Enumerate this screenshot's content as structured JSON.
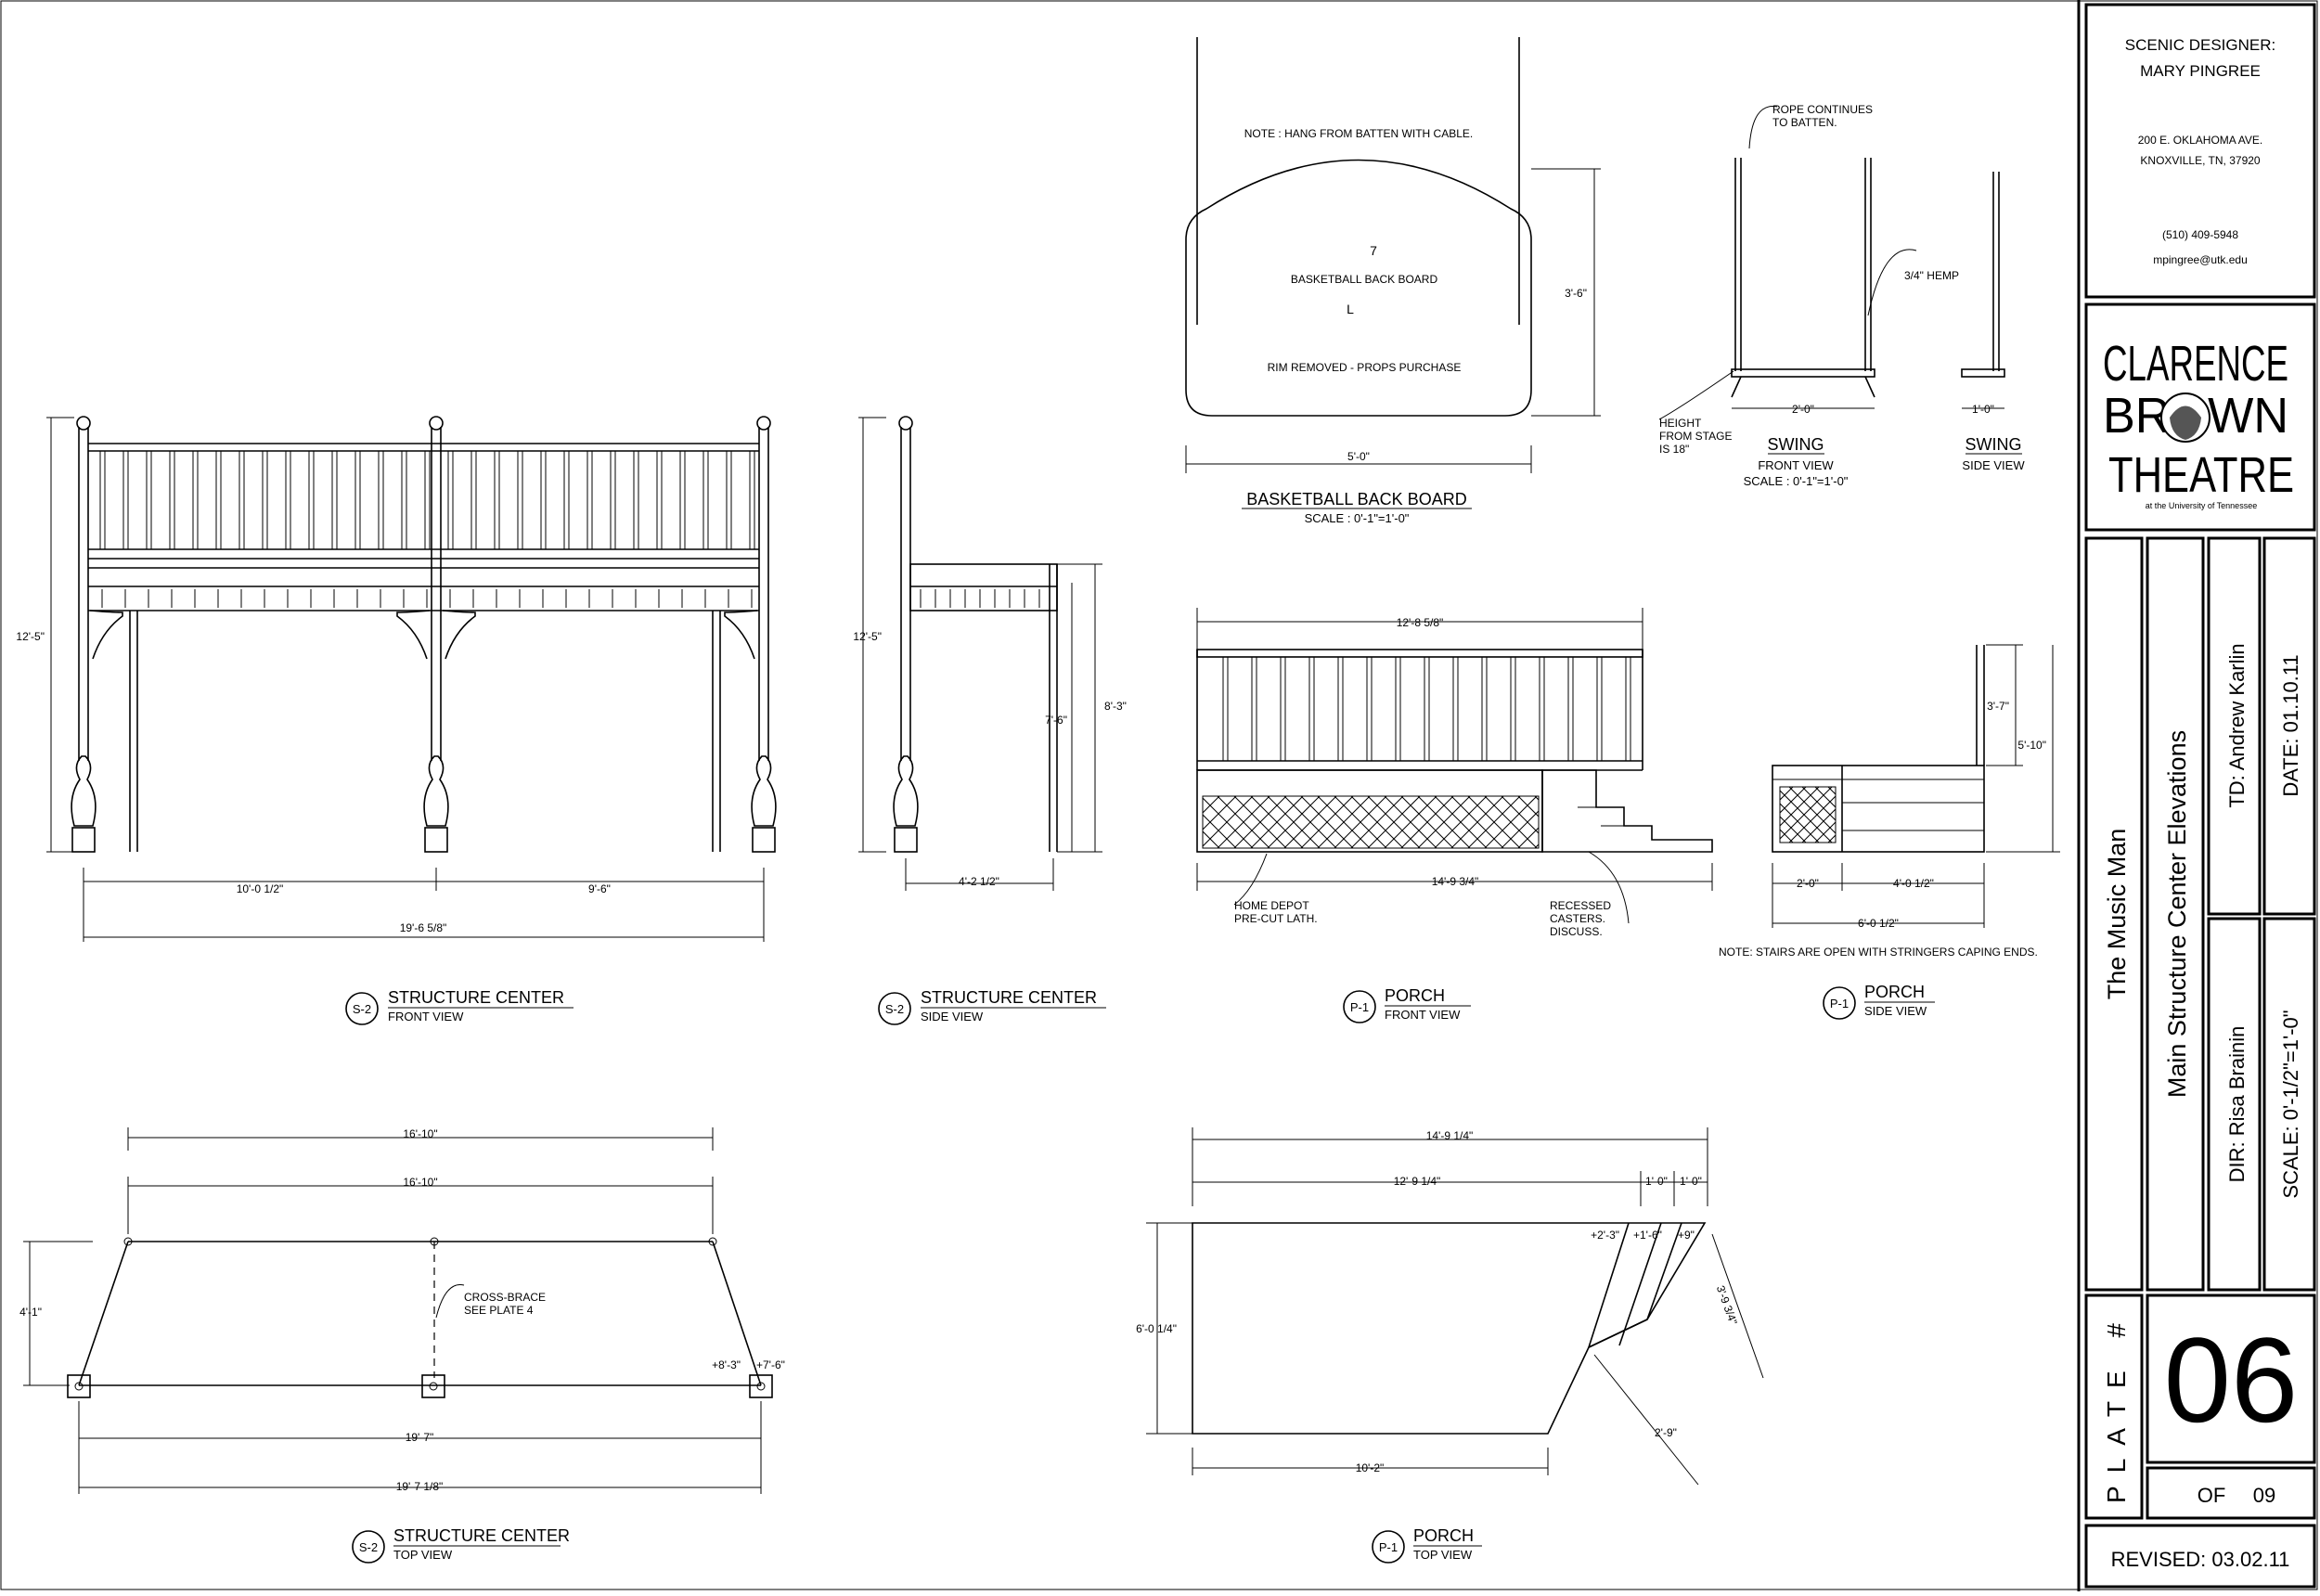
{
  "title_block": {
    "designer_label": "SCENIC DESIGNER:",
    "designer_name": "MARY PINGREE",
    "address1": "200 E. OKLAHOMA AVE.",
    "address2": "KNOXVILLE, TN, 37920",
    "phone": "(510) 409-5948",
    "email": "mpingree@utk.edu",
    "logo_line1": "CLARENCE",
    "logo_line2": "BROWN",
    "logo_line3": "THEATRE",
    "logo_sub": "at the University of Tennessee",
    "show": "The Music Man",
    "drawing_title": "Main Structure Center Elevations",
    "td": "TD: Andrew Karlin",
    "date": "DATE: 01.10.11",
    "dir": "DIR: Risa Brainin",
    "scale": "SCALE: 0'-1/2\"=1'-0\"",
    "plate_label": "PLATE #",
    "plate_number": "06",
    "of_label": "OF",
    "of_total": "09",
    "revised": "REVISED: 03.02.11"
  },
  "views": {
    "sc_front": {
      "tag": "S-2",
      "title": "STRUCTURE CENTER",
      "sub": "FRONT VIEW"
    },
    "sc_side": {
      "tag": "S-2",
      "title": "STRUCTURE CENTER",
      "sub": "SIDE VIEW"
    },
    "porch_front": {
      "tag": "P-1",
      "title": "PORCH",
      "sub": "FRONT VIEW"
    },
    "porch_side": {
      "tag": "P-1",
      "title": "PORCH",
      "sub": "SIDE VIEW"
    },
    "sc_top": {
      "tag": "S-2",
      "title": "STRUCTURE CENTER",
      "sub": "TOP VIEW"
    },
    "porch_top": {
      "tag": "P-1",
      "title": "PORCH",
      "sub": "TOP VIEW"
    },
    "backboard": {
      "title": "BASKETBALL BACK BOARD",
      "sub": "SCALE : 0'-1\"=1'-0\""
    },
    "swing_front": {
      "title": "SWING",
      "sub1": "FRONT VIEW",
      "sub2": "SCALE : 0'-1\"=1'-0\""
    },
    "swing_side": {
      "title": "SWING",
      "sub": "SIDE VIEW"
    }
  },
  "notes": {
    "hang": "NOTE : HANG FROM BATTEN WITH CABLE.",
    "backboard_label": "BASKETBALL BACK BOARD",
    "rim": "RIM REMOVED - PROPS PURCHASE",
    "rope1": "ROPE CONTINUES",
    "rope2": "TO BATTEN.",
    "hemp": "3/4\" HEMP",
    "height1": "HEIGHT",
    "height2": "FROM STAGE",
    "height3": "IS 18\"",
    "lath1": "HOME DEPOT",
    "lath2": "PRE-CUT LATH.",
    "casters1": "RECESSED",
    "casters2": "CASTERS.",
    "casters3": "DISCUSS.",
    "stairs": "NOTE: STAIRS ARE OPEN  WITH STRINGERS CAPING ENDS.",
    "brace1": "CROSS-BRACE",
    "brace2": "SEE PLATE 4",
    "sketch_mark1": "7",
    "sketch_mark2": "L"
  },
  "dims": {
    "sc_front_h": "12'-5\"",
    "sc_front_w1": "10'-0 1/2\"",
    "sc_front_w2": "9'-6\"",
    "sc_front_total": "19'-6 5/8\"",
    "sc_side_h": "12'-5\"",
    "sc_side_h2": "7'-6\"",
    "sc_side_h3": "8'-3\"",
    "sc_side_w": "4'-2 1/2\"",
    "bb_h": "3'-6\"",
    "bb_w": "5'-0\"",
    "swing_w": "2'-0\"",
    "swing_side_w": "1'-0\"",
    "porch_front_top": "12'-8 5/8\"",
    "porch_front_w": "14'-9 3/4\"",
    "porch_side_h1": "3'-7\"",
    "porch_side_h2": "5'-10\"",
    "porch_side_w1": "2'-0\"",
    "porch_side_w2": "4'-0 1/2\"",
    "porch_side_total": "6'-0 1/2\"",
    "sc_top_w1": "16'-10\"",
    "sc_top_w2": "16'-10\"",
    "sc_top_d": "4'-1\"",
    "sc_top_b1": "19'-7\"",
    "sc_top_b2": "19'-7 1/8\"",
    "sc_top_e1": "+8'-3\"",
    "sc_top_e2": "+7'-6\"",
    "pt_total": "14'-9 1/4\"",
    "pt_w1": "12'-9 1/4\"",
    "pt_s1": "1'-0\"",
    "pt_s2": "1'-0\"",
    "pt_d": "6'-0 1/4\"",
    "pt_e1": "+2'-3\"",
    "pt_e2": "+1'-6\"",
    "pt_e3": "+9\"",
    "pt_diag1": "3'-9 3/4\"",
    "pt_diag2": "2'-9\"",
    "pt_bottom": "10'-2\""
  }
}
